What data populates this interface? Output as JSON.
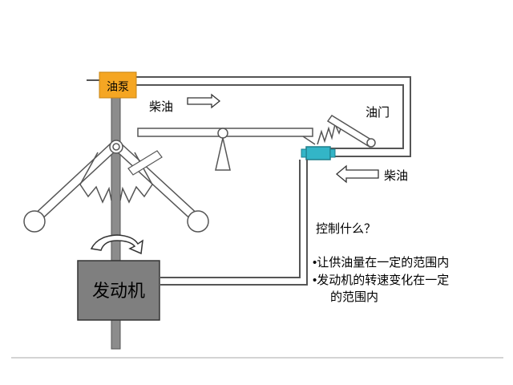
{
  "labels": {
    "pump": "油泵",
    "diesel_in": "柴油",
    "throttle": "油门",
    "diesel_return": "柴油",
    "engine": "发动机"
  },
  "text": {
    "question": "控制什么？",
    "bullet_1": "•让供油量在一定的范围内",
    "bullet_2_line1": "•发动机的转速变化在一定",
    "bullet_2_line2": "的范围内"
  },
  "colors": {
    "pump_fill": "#f5a623",
    "engine_fill": "#7f7f7f",
    "valve_fill": "#33b5c7",
    "shaft_fill": "#8c8c8c",
    "line": "#555555"
  }
}
